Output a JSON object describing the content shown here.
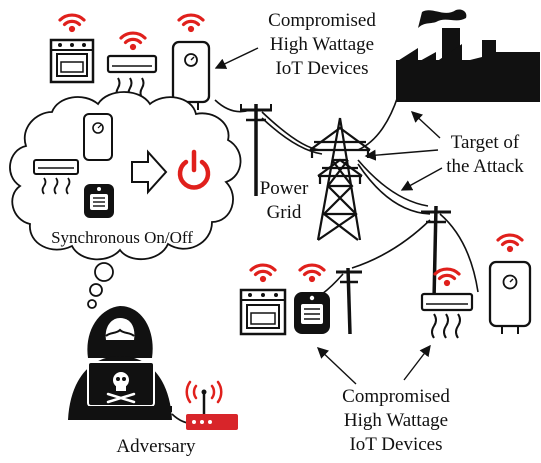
{
  "labels": {
    "top_devices_line1": "Compromised",
    "top_devices_line2": "High Wattage",
    "top_devices_line3": "IoT Devices",
    "target_line1": "Target of",
    "target_line2": "the Attack",
    "power_line1": "Power",
    "power_line2": "Grid",
    "sync": "Synchronous On/Off",
    "bottom_devices_line1": "Compromised",
    "bottom_devices_line2": "High Wattage",
    "bottom_devices_line3": "IoT Devices",
    "adversary": "Adversary"
  },
  "colors": {
    "wifi": "#e0201c",
    "power_symbol": "#e0201c",
    "ink": "#111111",
    "router": "#d8252a"
  }
}
